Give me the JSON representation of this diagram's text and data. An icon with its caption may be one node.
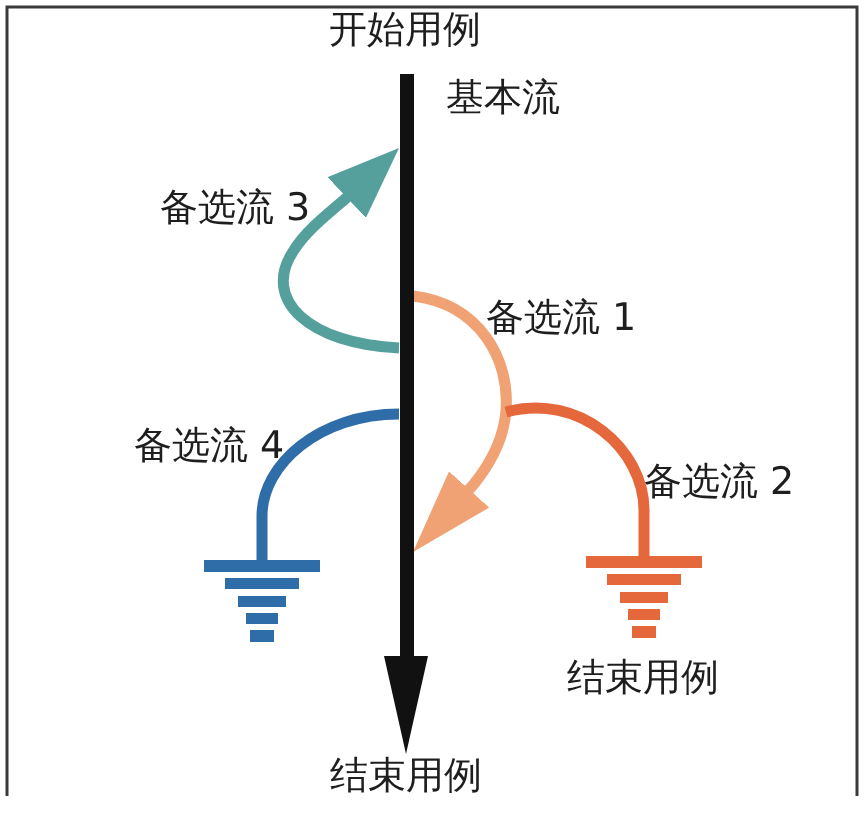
{
  "diagram": {
    "nodes": [
      {
        "text": [],
        "shape": "bar",
        "beside": [
          "开始用例",
          "基本流"
        ]
      },
      {
        "text": [],
        "shape": "ground"
      },
      {
        "text": [],
        "shape": "ground",
        "beside": [
          "结束用例"
        ]
      },
      {
        "text": [
          "结束用例"
        ]
      }
    ],
    "edges": [
      {
        "from": 0,
        "to": 3,
        "arrow": "to",
        "color": "#111111"
      },
      {
        "from": 0,
        "to": 0,
        "arrow": "to",
        "label": "备选流 3",
        "color": "#55a09c"
      },
      {
        "from": 0,
        "to": 0,
        "arrow": "to",
        "label": "备选流 1",
        "color": "#f0a274"
      },
      {
        "from": 0,
        "to": 1,
        "arrow": "none",
        "label": "备选流 4",
        "color": "#2f6da8"
      },
      {
        "from": null,
        "to": 2,
        "arrow": "none",
        "label": "备选流 2",
        "color": "#e5673c"
      }
    ]
  }
}
